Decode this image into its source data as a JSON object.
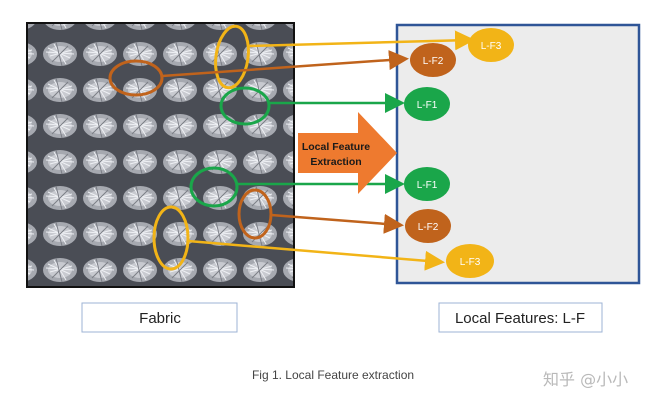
{
  "diagram": {
    "arrow_label_line1": "Local Feature",
    "arrow_label_line2": "Extraction",
    "fabric_label": "Fabric",
    "features_label": "Local Features: L-F",
    "nodes": {
      "lf3_top": "L-F3",
      "lf2_top": "L-F2",
      "lf1_top": "L-F1",
      "lf1_bottom": "L-F1",
      "lf2_bottom": "L-F2",
      "lf3_bottom": "L-F3"
    }
  },
  "caption": "Fig 1. Local Feature extraction",
  "watermark": "知乎 @小小",
  "colors": {
    "yellow": "#f2b417",
    "brown": "#c0631c",
    "green": "#1aa64a",
    "orange_arrow": "#ee7a2f",
    "panel_border": "#2f5597",
    "panel_fill": "#ececec"
  }
}
